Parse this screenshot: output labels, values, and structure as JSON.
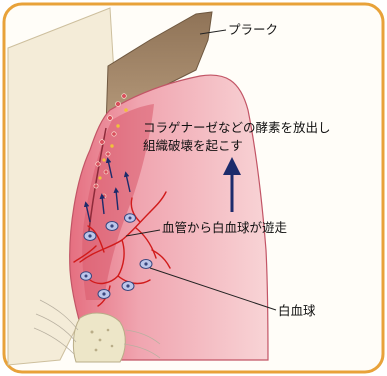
{
  "labels": {
    "plaque": "プラーク",
    "enzyme_line1": "コラゲナーゼなどの酵素を放出し",
    "enzyme_line2": "組織破壊を起こす",
    "migration": "血管から白血球が遊走",
    "white_blood_cell": "白血球"
  },
  "colors": {
    "frame_border": "#e8a23a",
    "plaque_fill": "#a4876a",
    "gum_light": "#f6c9cd",
    "gum_deep": "#e77f8c",
    "tooth_fill": "#f4ecd8",
    "bone_fill": "#ede6c8",
    "vessel": "#d11b1b",
    "arrow_navy": "#1c2b6b",
    "wbc_fill": "#bcc6ea"
  }
}
